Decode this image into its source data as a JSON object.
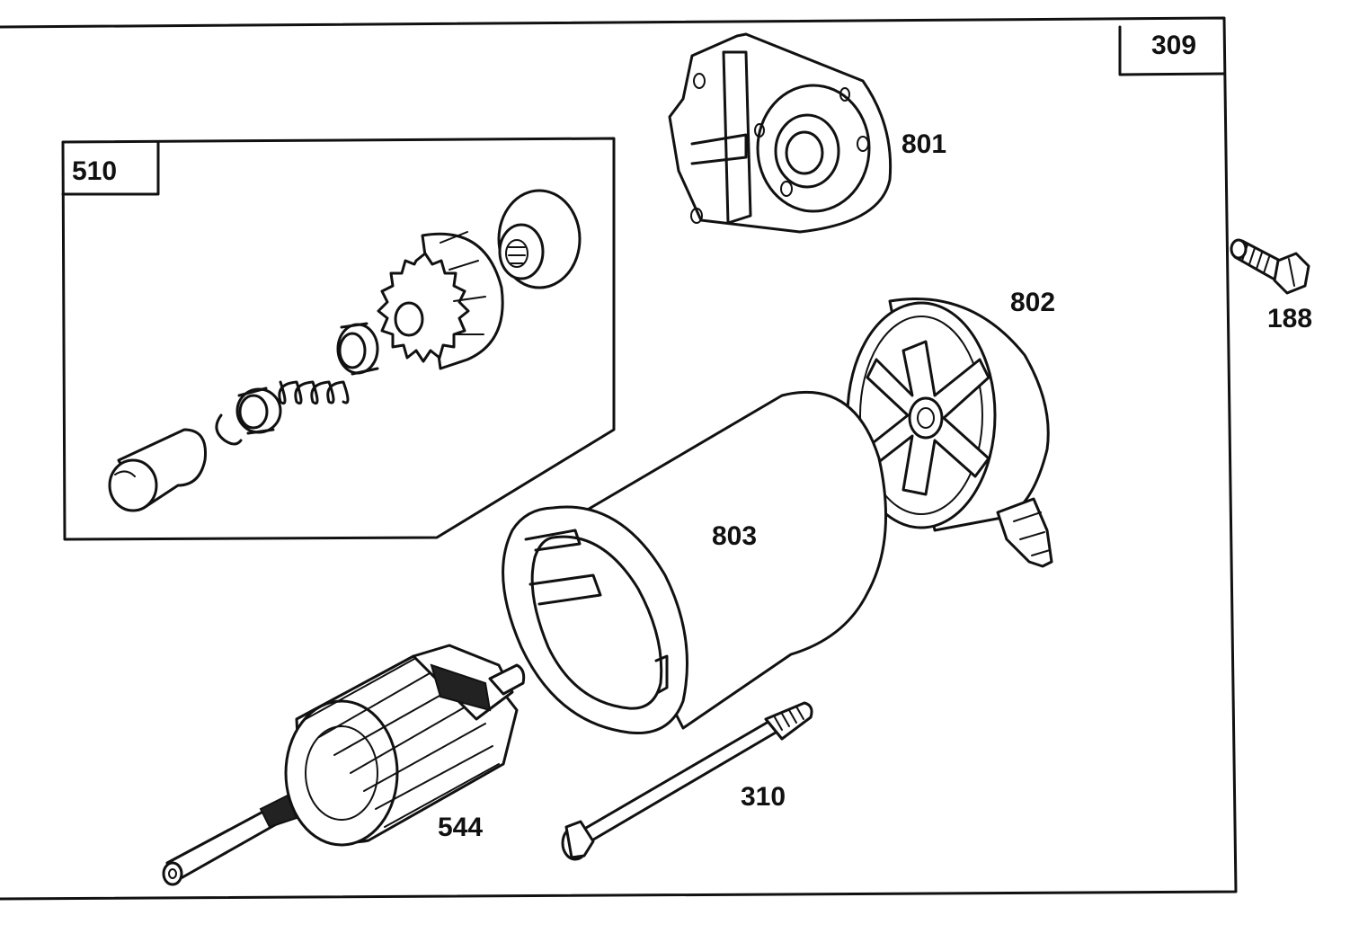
{
  "assembly_label": "309",
  "inset": {
    "label": "510"
  },
  "parts": {
    "p801": "801",
    "p802": "802",
    "p803": "803",
    "p188": "188",
    "p310": "310",
    "p544": "544"
  }
}
